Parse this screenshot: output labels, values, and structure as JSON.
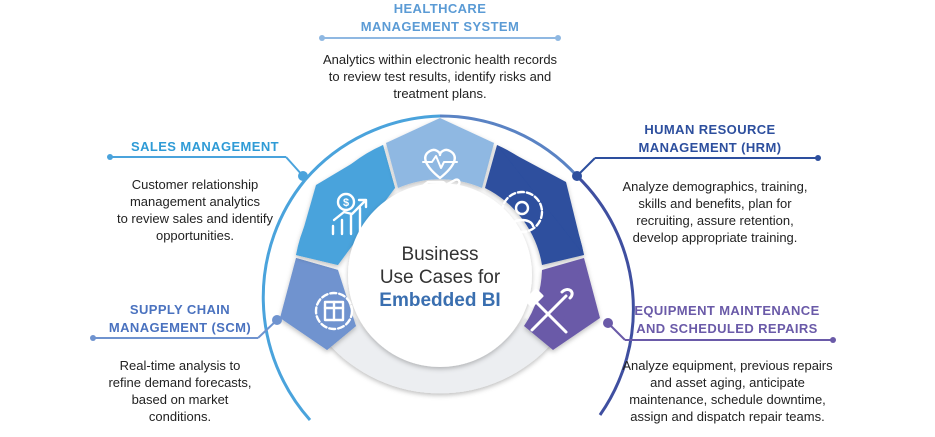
{
  "center": {
    "line1": "Business",
    "line2": "Use Cases for",
    "line3": "Embedded BI"
  },
  "sections": {
    "healthcare": {
      "title1": "HEALTHCARE",
      "title2": "MANAGEMENT SYSTEM",
      "desc1": "Analytics within electronic health records",
      "desc2": "to review test results, identify risks and",
      "desc3": "treatment plans.",
      "icon": "heart-hand-icon",
      "color": "#8fb8e2"
    },
    "sales": {
      "title1": "SALES MANAGEMENT",
      "desc1": "Customer relationship",
      "desc2": "management analytics",
      "desc3": "to review sales and identify",
      "desc4": "opportunities.",
      "icon": "dollar-chart-icon",
      "color": "#4aa3dc"
    },
    "hrm": {
      "title1": "HUMAN RESOURCE",
      "title2": "MANAGEMENT (HRM)",
      "desc1": "Analyze demographics, training,",
      "desc2": "skills and benefits, plan for",
      "desc3": "recruiting, assure retention,",
      "desc4": "develop appropriate training.",
      "icon": "person-gear-icon",
      "color": "#2d4f9e"
    },
    "scm": {
      "title1": "SUPPLY CHAIN",
      "title2": "MANAGEMENT (SCM)",
      "desc1": "Real-time analysis to",
      "desc2": "refine demand forecasts,",
      "desc3": "based on market",
      "desc4": "conditions.",
      "icon": "gear-box-icon",
      "color": "#6f93cf"
    },
    "equipment": {
      "title1": "EQUIPMENT MAINTENANCE",
      "title2": "AND SCHEDULED REPAIRS",
      "desc1": "Analyze equipment, previous repairs",
      "desc2": "and asset aging, anticipate",
      "desc3": "maintenance, schedule downtime,",
      "desc4": "assign and dispatch repair teams.",
      "icon": "wrench-hammer-icon",
      "color": "#6a5aa8"
    }
  }
}
